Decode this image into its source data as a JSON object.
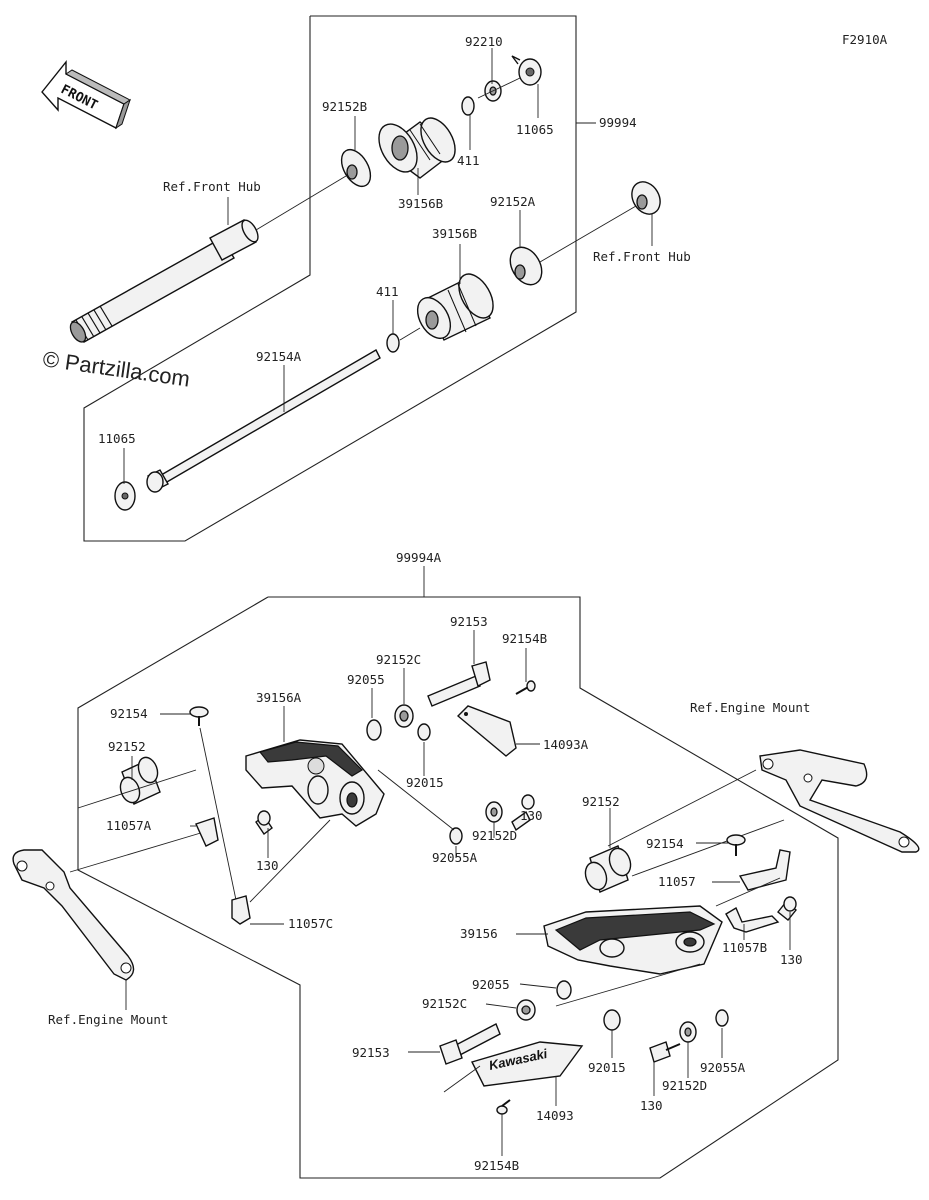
{
  "figure_id": "F2910A",
  "watermark": "© Partzilla.com",
  "front_arrow": "FRONT",
  "logo_text": "Kawasaki",
  "labels": {
    "k99994": "99994",
    "k92210": "92210",
    "k92152B": "92152B",
    "k411a": "411",
    "k11065a": "11065",
    "k39156Ba": "39156B",
    "refhub1": "Ref.Front Hub",
    "k92152A": "92152A",
    "k39156Bb": "39156B",
    "refhub2": "Ref.Front Hub",
    "k411b": "411",
    "k92154A": "92154A",
    "k11065b": "11065",
    "k99994A": "99994A",
    "k92153a": "92153",
    "k92154Ba": "92154B",
    "k92152Ca": "92152C",
    "k92055a": "92055",
    "k39156A": "39156A",
    "k92154a": "92154",
    "k14093A": "14093A",
    "k92152a": "92152",
    "k92015a": "92015",
    "k11057A": "11057A",
    "k130a": "130",
    "k92152Da": "92152D",
    "k130b": "130",
    "k92055Aa": "92055A",
    "k11057C": "11057C",
    "refeng1": "Ref.Engine Mount",
    "k92152b": "92152",
    "k92154b": "92154",
    "k11057": "11057",
    "k39156": "39156",
    "k11057B": "11057B",
    "k130c": "130",
    "refeng2": "Ref.Engine Mount",
    "k92055b": "92055",
    "k92152Cb": "92152C",
    "k92015b": "92015",
    "k92055Ab": "92055A",
    "k92153b": "92153",
    "k130d": "130",
    "k92152Db": "92152D",
    "k14093": "14093",
    "k92154Bb": "92154B"
  }
}
